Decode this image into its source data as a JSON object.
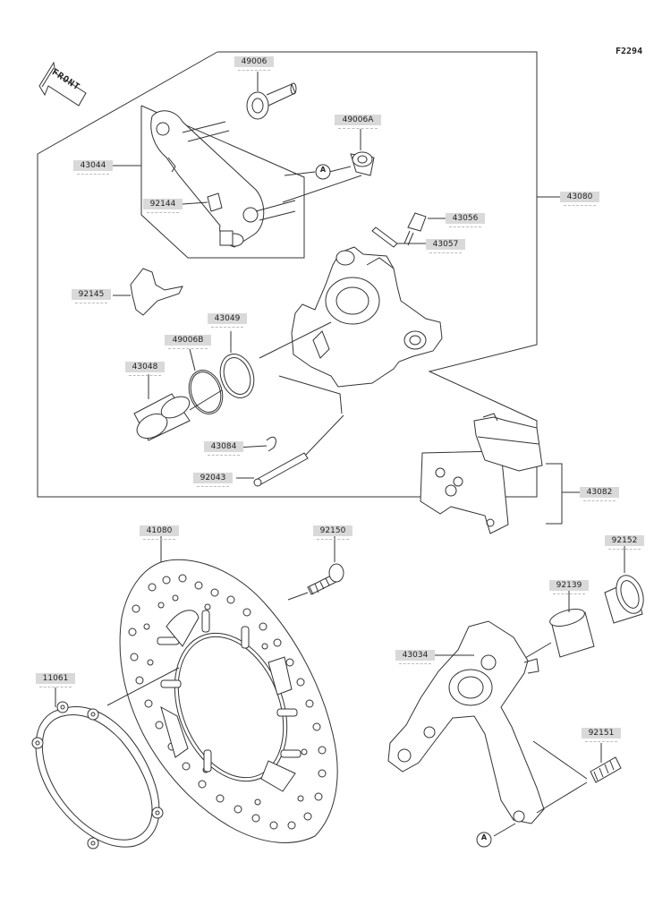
{
  "figure": {
    "id": "F2294",
    "front_label": "FRONT",
    "ref_mark": "A"
  },
  "parts": [
    {
      "number": "49006"
    },
    {
      "number": "49006A"
    },
    {
      "number": "43044"
    },
    {
      "number": "92144"
    },
    {
      "number": "43080"
    },
    {
      "number": "43056"
    },
    {
      "number": "43057"
    },
    {
      "number": "92145"
    },
    {
      "number": "43049"
    },
    {
      "number": "49006B"
    },
    {
      "number": "43048"
    },
    {
      "number": "43084"
    },
    {
      "number": "92043"
    },
    {
      "number": "43082"
    },
    {
      "number": "41080"
    },
    {
      "number": "92150"
    },
    {
      "number": "92152"
    },
    {
      "number": "92139"
    },
    {
      "number": "43034"
    },
    {
      "number": "11061"
    },
    {
      "number": "92151"
    }
  ],
  "colors": {
    "line": "#333333",
    "label_bg": "#d9d9d9"
  }
}
